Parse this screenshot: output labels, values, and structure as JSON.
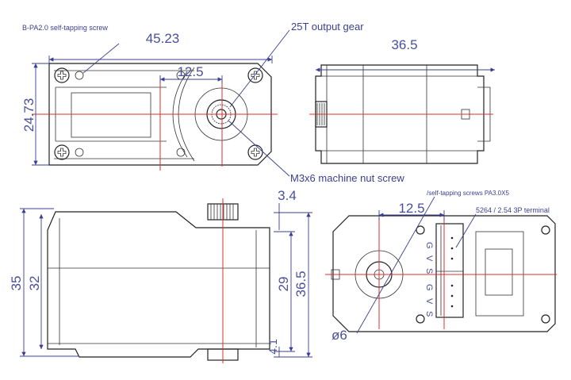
{
  "colors": {
    "outline": "#222222",
    "centerline": "#d9302c",
    "dimension": "#3b3f8f"
  },
  "labels": {
    "screw_top": "B-PA2.0 self-tapping screw",
    "output_gear": "25T output gear",
    "nut_screw": "M3x6 machine nut screw",
    "screws_bottom": "/self-tapping screws PA3.0X5",
    "terminal": "5264 / 2.54 3P terminal"
  },
  "dimensions": {
    "top_length": "45.23",
    "top_gear_offset": "12.5",
    "top_height": "24.73",
    "side_length": "36.5",
    "front_35": "35",
    "front_32": "32",
    "front_29": "29",
    "front_36_5": "36.5",
    "front_3_4": "3.4",
    "front_4_1": "4.1",
    "bottom_gear_offset": "12.5",
    "bottom_diameter": "ø6"
  },
  "pins": [
    "G",
    "V",
    "S",
    "G",
    "V",
    "S"
  ]
}
